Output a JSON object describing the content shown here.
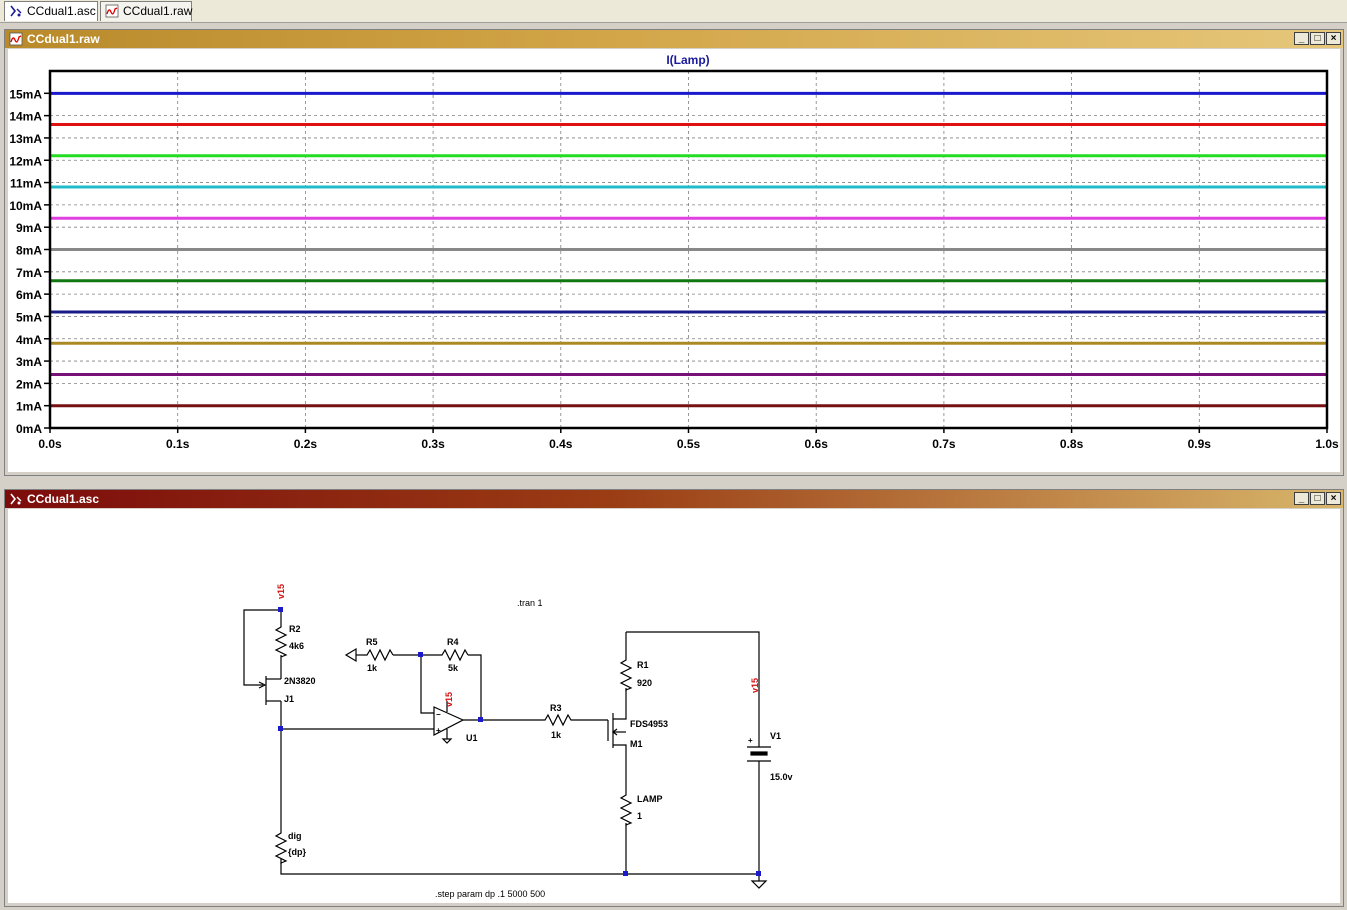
{
  "tabs": [
    {
      "label": "CCdual1.asc",
      "icon": "schematic-icon",
      "active": true
    },
    {
      "label": "CCdual1.raw",
      "icon": "waveform-icon",
      "active": false
    }
  ],
  "waveform_window": {
    "title": "CCdual1.raw",
    "icon": "waveform-icon",
    "buttons": [
      "_",
      "□",
      "×"
    ]
  },
  "schematic_window": {
    "title": "CCdual1.asc",
    "icon": "schematic-icon",
    "buttons": [
      "_",
      "□",
      "×"
    ]
  },
  "chart_data": {
    "type": "line",
    "title": "I(Lamp)",
    "xlabel": "",
    "ylabel": "",
    "xlim": [
      0,
      1
    ],
    "ylim": [
      0,
      16
    ],
    "x_ticks": [
      "0.0s",
      "0.1s",
      "0.2s",
      "0.3s",
      "0.4s",
      "0.5s",
      "0.6s",
      "0.7s",
      "0.8s",
      "0.9s",
      "1.0s"
    ],
    "y_ticks": [
      "0mA",
      "1mA",
      "2mA",
      "3mA",
      "4mA",
      "5mA",
      "6mA",
      "7mA",
      "8mA",
      "9mA",
      "10mA",
      "11mA",
      "12mA",
      "13mA",
      "14mA",
      "15mA"
    ],
    "grid": true,
    "series": [
      {
        "value": 15.0,
        "color": "#1a1acc"
      },
      {
        "value": 13.6,
        "color": "#e01010"
      },
      {
        "value": 12.2,
        "color": "#22dd22"
      },
      {
        "value": 10.8,
        "color": "#22bbcc"
      },
      {
        "value": 9.4,
        "color": "#e040e0"
      },
      {
        "value": 8.0,
        "color": "#888888"
      },
      {
        "value": 6.6,
        "color": "#117711"
      },
      {
        "value": 5.2,
        "color": "#1a1a88"
      },
      {
        "value": 3.8,
        "color": "#aa8822"
      },
      {
        "value": 2.4,
        "color": "#771177"
      },
      {
        "value": 1.0,
        "color": "#771111"
      }
    ]
  },
  "schematic": {
    "net_v15_top": "v15",
    "r2_name": "R2",
    "r2_value": "4k6",
    "j1_model": "2N3820",
    "j1_name": "J1",
    "r5_name": "R5",
    "r5_value": "1k",
    "r4_name": "R4",
    "r4_value": "5k",
    "u1_supply": "v15",
    "u1_name": "U1",
    "r3_name": "R3",
    "r3_value": "1k",
    "m1_model": "FDS4953",
    "m1_name": "M1",
    "r1_name": "R1",
    "r1_value": "920",
    "lamp_name": "LAMP",
    "lamp_value": "1",
    "v1_name": "V1",
    "v1_value": "15.0v",
    "v1_net": "v15",
    "dig_name": "dig",
    "dig_value": "{dp}",
    "tran_directive": ".tran 1",
    "step_directive": ".step param dp .1 5000 500"
  }
}
